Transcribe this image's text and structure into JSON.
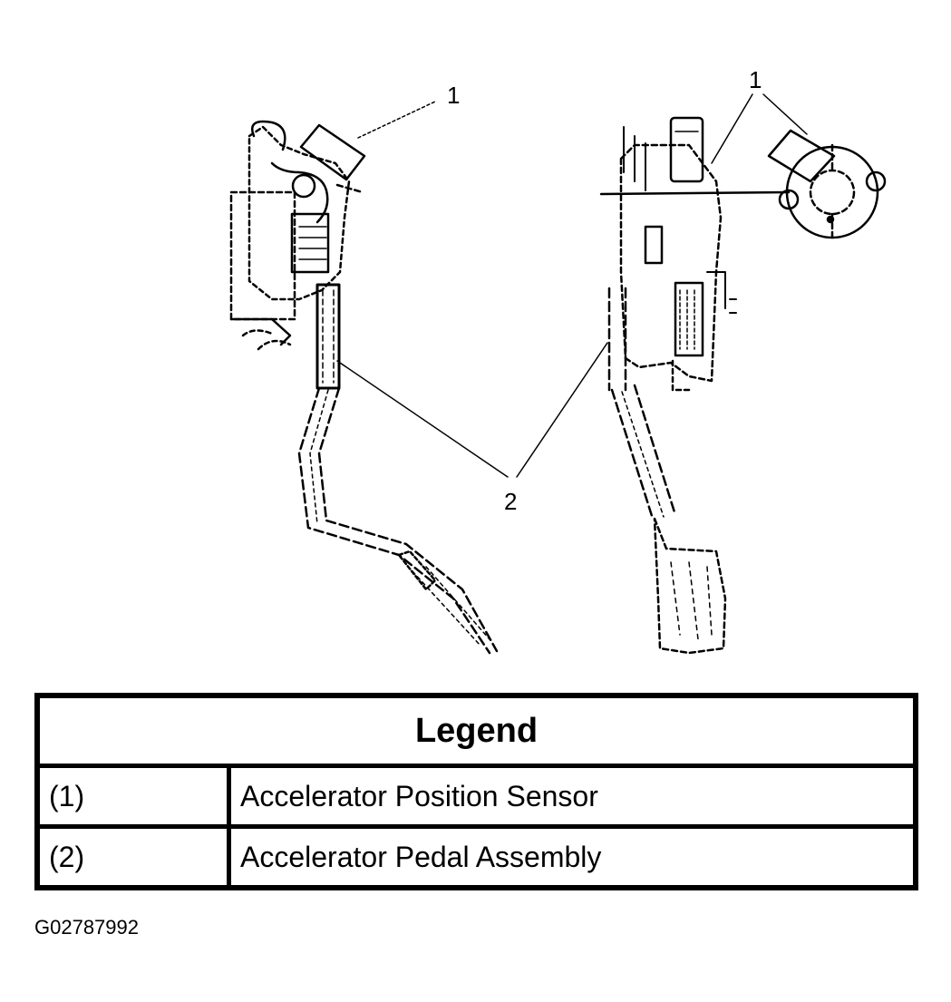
{
  "callouts": {
    "sensor": "1",
    "pedal": "2"
  },
  "legend": {
    "title": "Legend",
    "rows": [
      {
        "code": "(1)",
        "description": "Accelerator Position Sensor"
      },
      {
        "code": "(2)",
        "description": "Accelerator Pedal Assembly"
      }
    ]
  },
  "figure_id": "G02787992"
}
